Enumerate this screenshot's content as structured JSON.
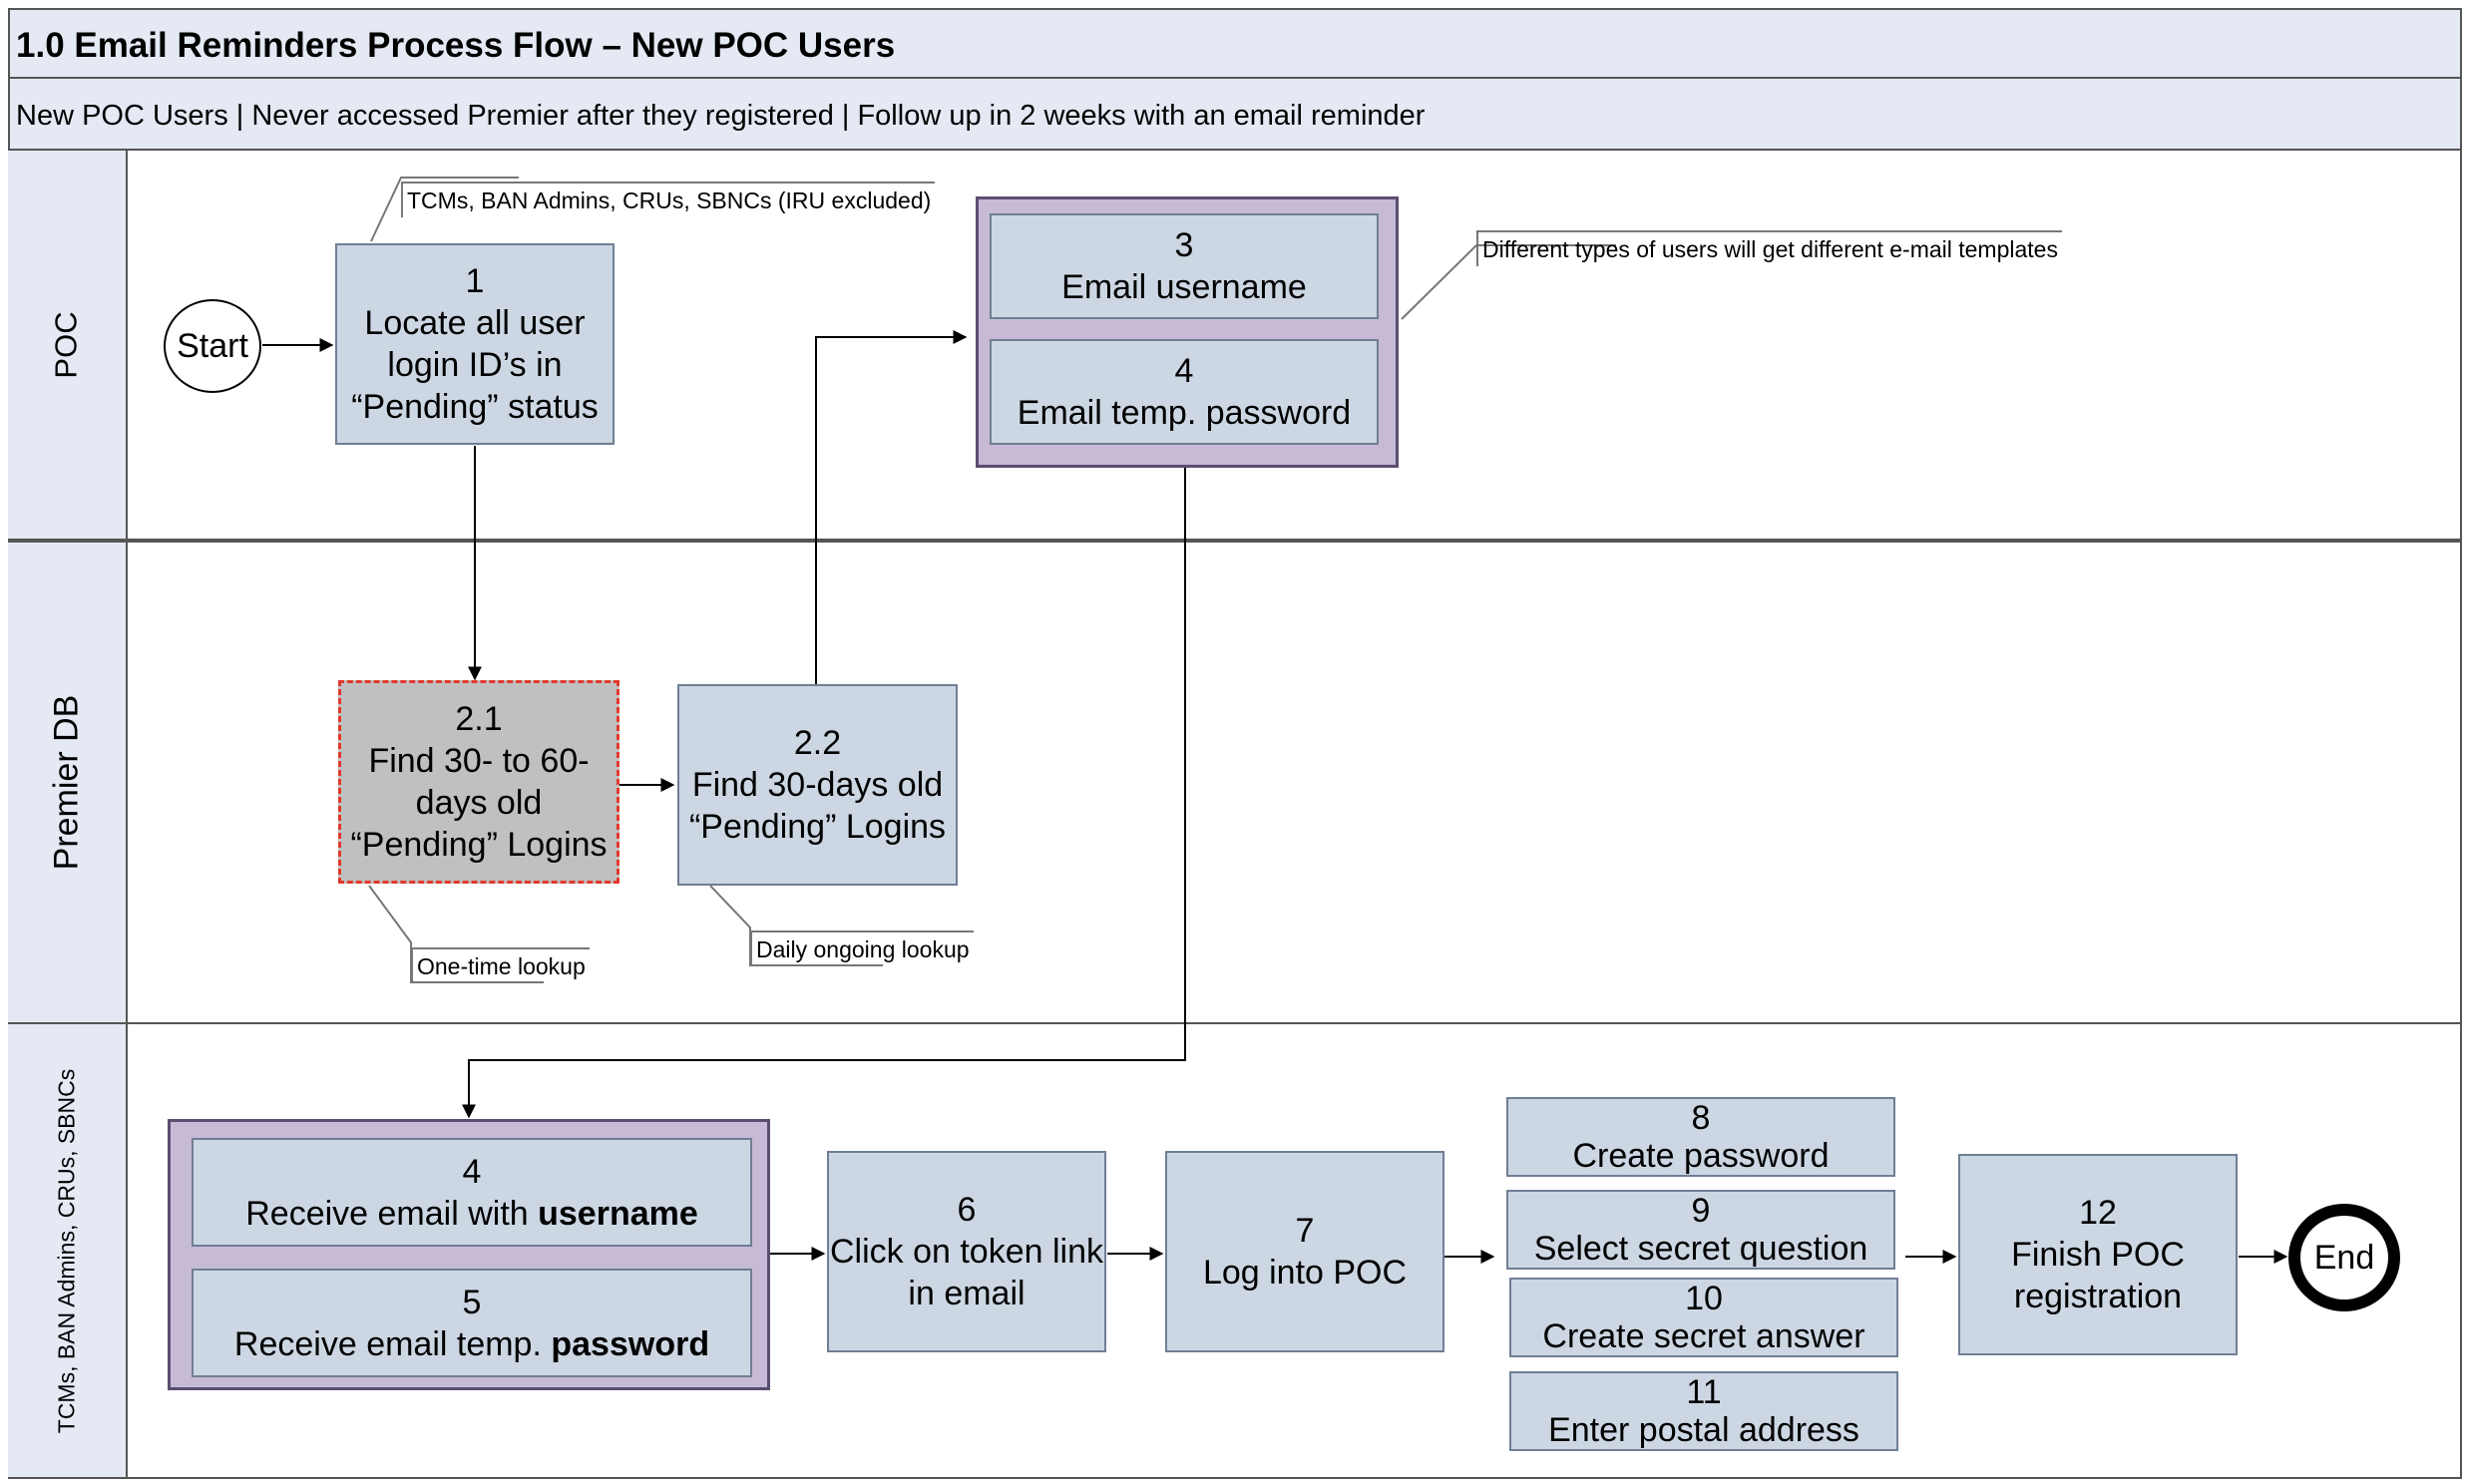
{
  "header": {
    "title": "1.0 Email Reminders Process Flow – New POC Users",
    "subtitle": "New POC Users | Never accessed Premier after they registered | Follow up in 2 weeks with an email reminder"
  },
  "lanes": [
    "POC",
    "Premier DB",
    "TCMs, BAN Admins, CRUs, SBNCs"
  ],
  "start_label": "Start",
  "end_label": "End",
  "steps": {
    "s1": {
      "num": "1",
      "text": "Locate all user login ID’s in “Pending” status"
    },
    "s3": {
      "num": "3",
      "text": "Email username"
    },
    "s4a": {
      "num": "4",
      "text": "Email temp. password"
    },
    "s21": {
      "num": "2.1",
      "text": "Find 30- to 60-days old “Pending” Logins"
    },
    "s22": {
      "num": "2.2",
      "text": "Find 30-days old “Pending” Logins"
    },
    "s4b": {
      "num": "4",
      "text": "Receive email with ",
      "bold": "username"
    },
    "s5": {
      "num": "5",
      "text": "Receive email temp. ",
      "bold": "password"
    },
    "s6": {
      "num": "6",
      "text": "Click on token link in email"
    },
    "s7": {
      "num": "7",
      "text": "Log into POC"
    },
    "s8": {
      "num": "8",
      "text": "Create password"
    },
    "s9": {
      "num": "9",
      "text": "Select secret question"
    },
    "s10": {
      "num": "10",
      "text": "Create secret answer"
    },
    "s11": {
      "num": "11",
      "text": "Enter postal address"
    },
    "s12": {
      "num": "12",
      "text": "Finish POC registration"
    }
  },
  "notes": {
    "users": "TCMs, BAN Admins, CRUs, SBNCs (IRU excluded)",
    "templates": "Different types of users will get different e-mail templates",
    "onetime": "One-time lookup",
    "daily": "Daily ongoing lookup"
  },
  "colors": {
    "box_fill": "#cdd7e4",
    "group_fill": "#c6bad6",
    "highlight_fill": "#c0c0c0",
    "highlight_border": "#e03a2e",
    "header_fill": "#e4e9f3"
  }
}
